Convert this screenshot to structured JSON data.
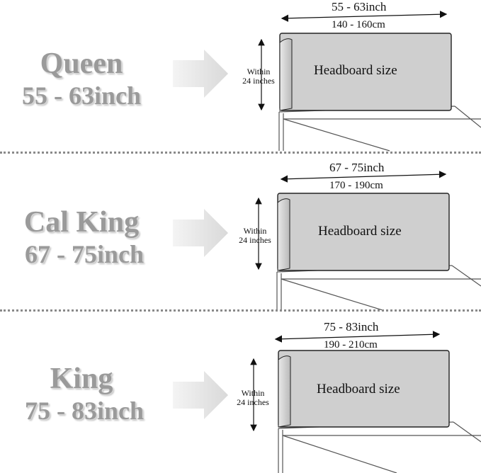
{
  "sections": [
    {
      "name": "Queen",
      "range": "55 - 63inch",
      "width_inches": "55 - 63inch",
      "width_cm": "140 - 160cm",
      "height_line1": "Within",
      "height_line2": "24 inches",
      "headboard_label": "Headboard size"
    },
    {
      "name": "Cal King",
      "range": "67 - 75inch",
      "width_inches": "67 - 75inch",
      "width_cm": "170 - 190cm",
      "height_line1": "Within",
      "height_line2": "24 inches",
      "headboard_label": "Headboard size"
    },
    {
      "name": "King",
      "range": "75 - 83inch",
      "width_inches": "75 - 83inch",
      "width_cm": "190 - 210cm",
      "height_line1": "Within",
      "height_line2": "24 inches",
      "headboard_label": "Headboard size"
    }
  ],
  "colors": {
    "label_text": "#9a9a9a",
    "arrow": "#e2e2e2",
    "headboard_fill": "#cfcfcf",
    "divider": "#8a8a8a"
  }
}
